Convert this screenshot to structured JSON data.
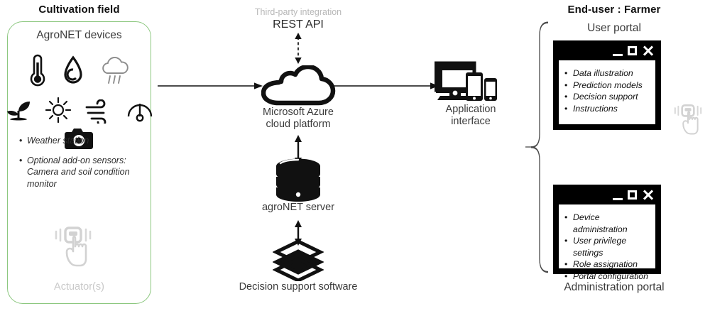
{
  "left_panel": {
    "heading": "Cultivation field",
    "card_title": "AgroNET devices",
    "device_icons": [
      "thermometer-icon",
      "water-drop-icon",
      "rain-cloud-icon",
      "sprout-icon",
      "sun-icon",
      "wind-icon",
      "gauge-icon",
      "camera-icon"
    ],
    "bullets": [
      "Weather station",
      "Optional add-on sensors: Camera and soil condition monitor"
    ],
    "actuator_label": "Actuator(s)",
    "border_color": "#8cc77f"
  },
  "center": {
    "third_party_label": "Third-party integration",
    "rest_api_label": "REST API",
    "cloud_label": "Microsoft Azure\ncloud platform",
    "cloud_label_line1": "Microsoft Azure",
    "cloud_label_line2": "cloud platform",
    "server_label": "agroNET server",
    "dss_label": "Decision support software"
  },
  "app": {
    "label_line1": "Application",
    "label_line2": "interface"
  },
  "right_panel": {
    "heading": "End-user : Farmer",
    "user_portal_title": "User portal",
    "admin_portal_title": "Administration portal",
    "user_portal_items": [
      "Data illustration",
      "Prediction models",
      "Decision support",
      "Instructions"
    ],
    "admin_portal_items": [
      "Device administration",
      "User privilege settings",
      "Role assignation",
      "Portal configuration"
    ]
  }
}
